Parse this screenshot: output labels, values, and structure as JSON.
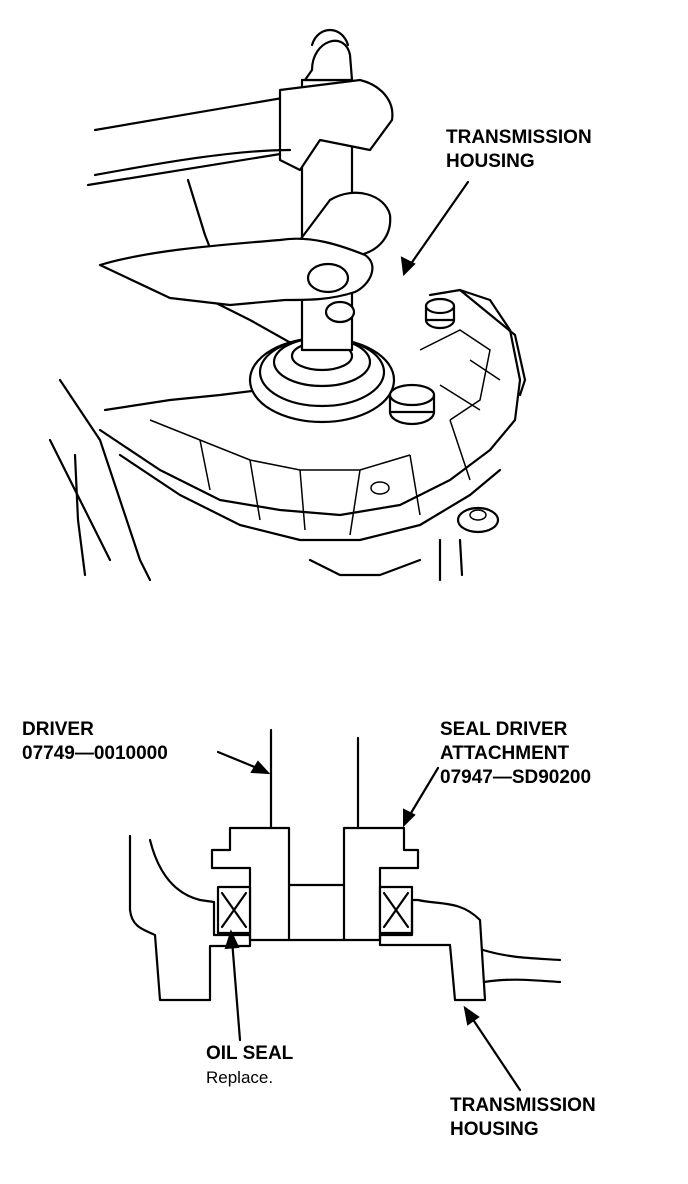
{
  "top_figure": {
    "transmission_housing": [
      "TRANSMISSION",
      "HOUSING"
    ]
  },
  "bottom_figure": {
    "driver": [
      "DRIVER",
      "07749—0010000"
    ],
    "seal_driver_attachment": [
      "SEAL DRIVER",
      "ATTACHMENT",
      "07947—SD90200"
    ],
    "oil_seal": {
      "title": "OIL SEAL",
      "note": "Replace."
    },
    "transmission_housing": [
      "TRANSMISSION",
      "HOUSING"
    ]
  }
}
